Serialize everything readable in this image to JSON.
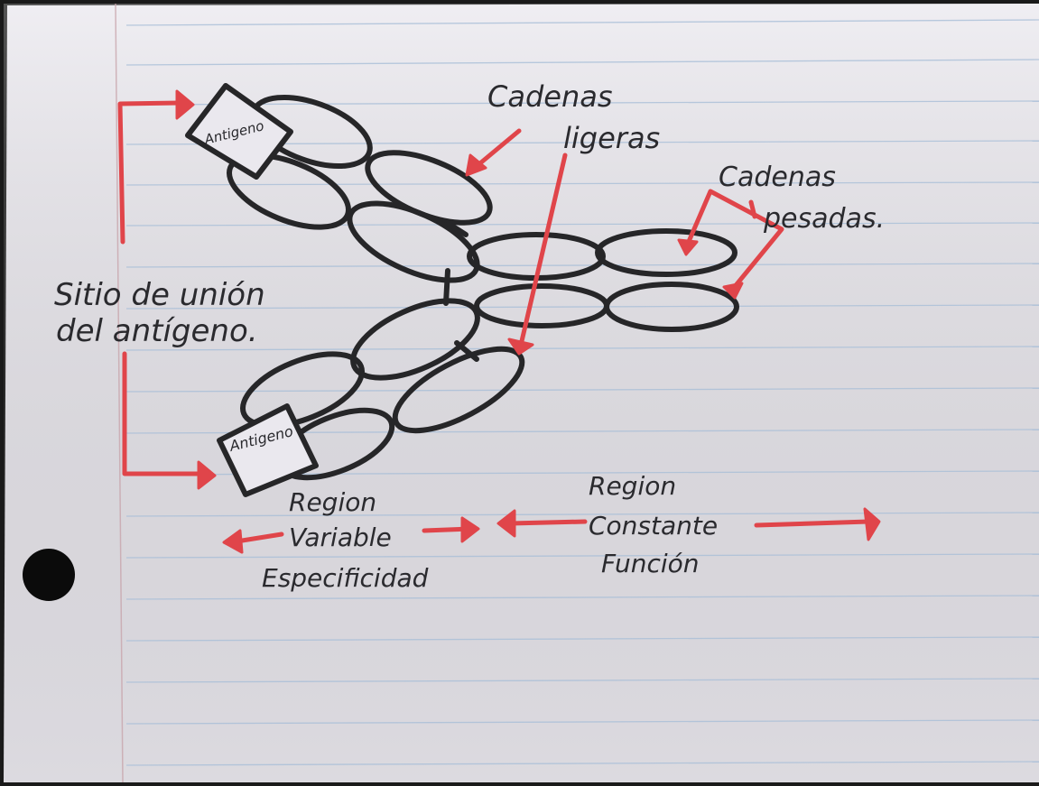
{
  "title": "",
  "colors": {
    "paper": "#eae8ee",
    "rule_line": "#a9bfd8",
    "margin_line": "#c9a6ad",
    "ink": "#2a2a2e",
    "marker_red": "#e0454a",
    "hole": "#0b0b0b"
  },
  "labels": {
    "antigen_top": "Antigeno",
    "antigen_bottom": "Antigeno",
    "light_chains_line1": "Cadenas",
    "light_chains_line2": "ligeras",
    "heavy_chains_line1": "Cadenas",
    "heavy_chains_line2": "pesadas.",
    "binding_site_line1": "Sitio de unión",
    "binding_site_line2": "del antígeno.",
    "variable_line1": "Region",
    "variable_line2": "Variable",
    "variable_line3": "Especificidad",
    "constant_line1": "Region",
    "constant_line2": "Constante",
    "constant_line3": "Función"
  }
}
